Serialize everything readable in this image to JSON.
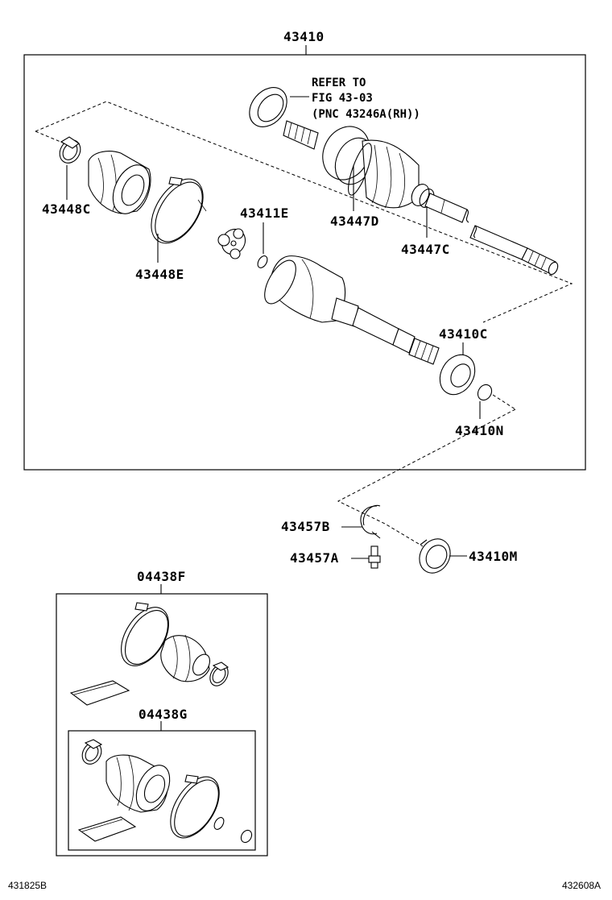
{
  "diagram": {
    "main_assembly": "43410",
    "refer_note": {
      "line1": "REFER TO",
      "line2": "FIG 43-03",
      "line3": "(PNC 43246A(RH))"
    },
    "parts": {
      "boot_clamp_small": "43448C",
      "boot_clamp_large": "43448E",
      "snap_ring": "43411E",
      "outer_boot_clamp": "43447D",
      "outer_boot_clamp_small": "43447C",
      "bearing": "43410C",
      "ring": "43410N",
      "retainer_clip": "43457B",
      "bolt": "43457A",
      "bearing_bracket": "43410M"
    },
    "kits": {
      "boot_kit_outer": "04438F",
      "boot_kit_inner": "04438G"
    },
    "footer": {
      "left_code": "431825B",
      "right_code": "432608A"
    }
  }
}
